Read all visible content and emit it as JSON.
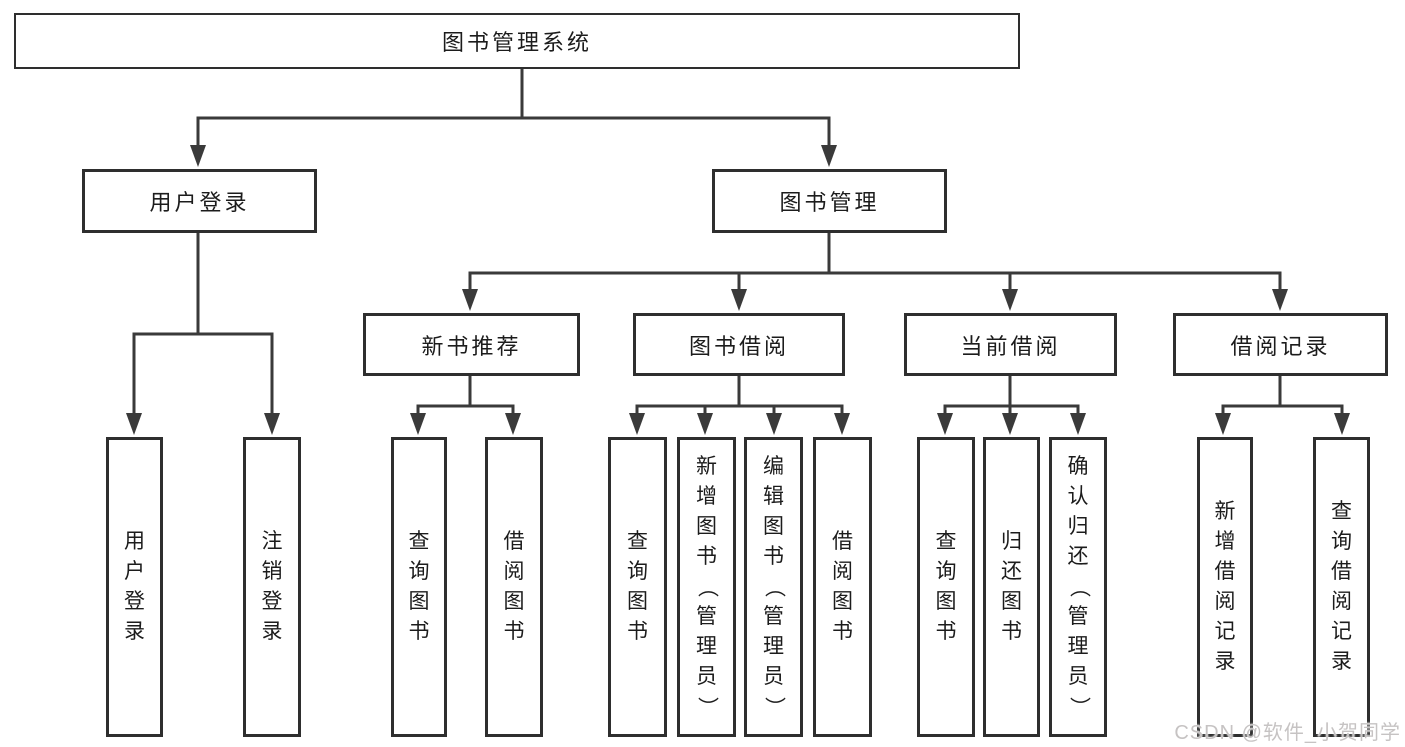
{
  "diagram": {
    "title": "图书管理系统",
    "branches": [
      {
        "label": "用户登录",
        "leaves": [
          "用户登录",
          "注销登录"
        ]
      },
      {
        "label": "图书管理",
        "sections": [
          {
            "label": "新书推荐",
            "leaves": [
              "查询图书",
              "借阅图书"
            ]
          },
          {
            "label": "图书借阅",
            "leaves": [
              "查询图书",
              "新增图书（管理员）",
              "编辑图书（管理员）",
              "借阅图书"
            ]
          },
          {
            "label": "当前借阅",
            "leaves": [
              "查询图书",
              "归还图书",
              "确认归还（管理员）"
            ]
          },
          {
            "label": "借阅记录",
            "leaves": [
              "新增借阅记录",
              "查询借阅记录"
            ]
          }
        ]
      }
    ]
  },
  "watermark": "CSDN @软件_小贺同学",
  "colors": {
    "line": "#3a3a3a",
    "border": "#2e2e2e",
    "text": "#1c1c1c",
    "watermark": "#c6c3c3",
    "background": "#ffffff"
  }
}
